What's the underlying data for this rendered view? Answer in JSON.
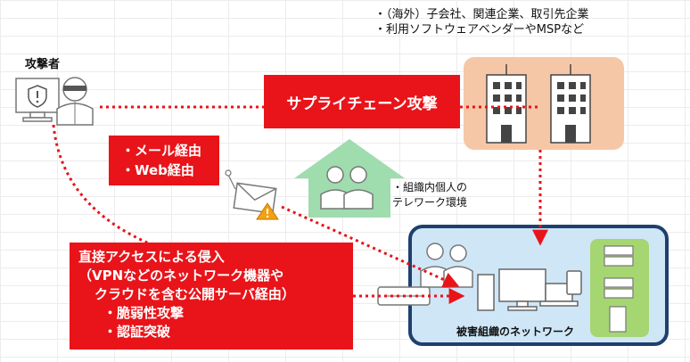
{
  "attacker": {
    "label": "攻撃者"
  },
  "supplychain": {
    "label": "サプライチェーン攻撃",
    "targets": [
      "・（海外）子会社、関連企業、取引先企業",
      "・利用ソフトウェアベンダーやMSPなど"
    ]
  },
  "email": {
    "lines": [
      "・メール経由",
      "・Web経由"
    ]
  },
  "telework": {
    "lines": [
      "・組織内個人の",
      "テレワーク環境"
    ]
  },
  "direct": {
    "lines": [
      "直接アクセスによる侵入",
      "（VPNなどのネットワーク機器や",
      "クラウドを含む公開サーバ経由）",
      "・脆弱性攻撃",
      "・認証突破"
    ]
  },
  "victim": {
    "label": "被害組織のネットワーク"
  },
  "colors": {
    "attack_red": "#e8141a",
    "partner_box": "#f6c7a7",
    "home_green": "#9fdcae",
    "victim_fill": "#cfe6f7",
    "victim_border": "#1f3f6e",
    "server_green": "#a6d672"
  }
}
